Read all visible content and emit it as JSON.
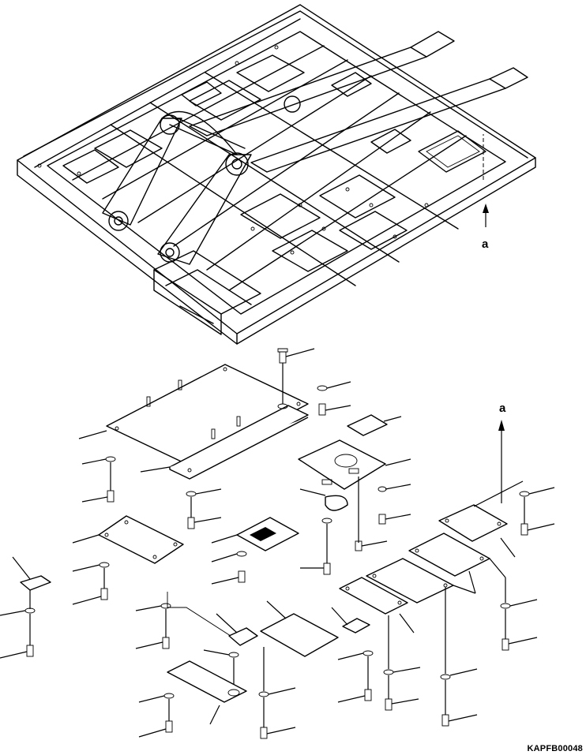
{
  "diagram": {
    "view_marker_top": "a",
    "view_marker_bottom": "a",
    "part_code": "KAPFB00048"
  }
}
